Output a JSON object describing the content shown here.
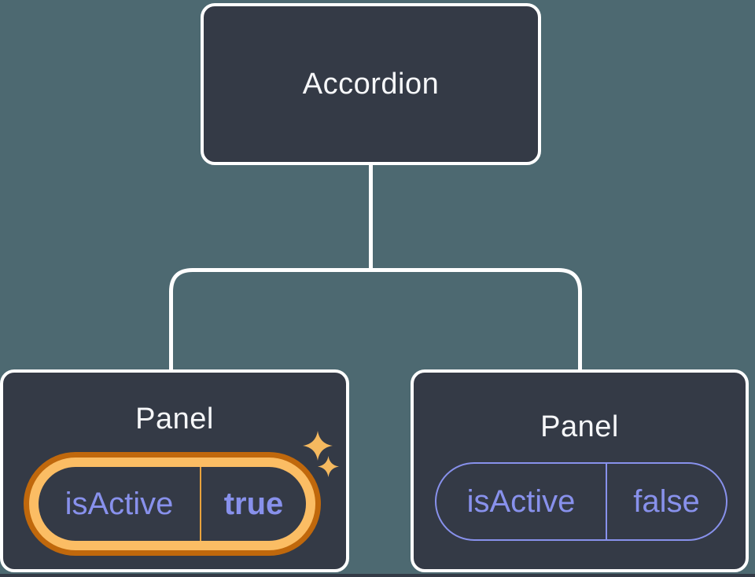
{
  "diagram": {
    "root": {
      "label": "Accordion"
    },
    "panels": [
      {
        "title": "Panel",
        "prop_name": "isActive",
        "prop_value": "true",
        "highlighted": true
      },
      {
        "title": "Panel",
        "prop_name": "isActive",
        "prop_value": "false",
        "highlighted": false
      }
    ],
    "colors": {
      "background": "#4D6971",
      "card": "#343A46",
      "card_border": "#FFFFFF",
      "connector": "#FFFFFF",
      "title_text": "#F6F7F9",
      "state_purple": "#8891EC",
      "highlight_ring_outer": "#C0680C",
      "highlight_ring_inner": "#FBBD64",
      "highlight_divider": "#E9A33D",
      "sparkle_gold": "#F5B95F"
    }
  }
}
